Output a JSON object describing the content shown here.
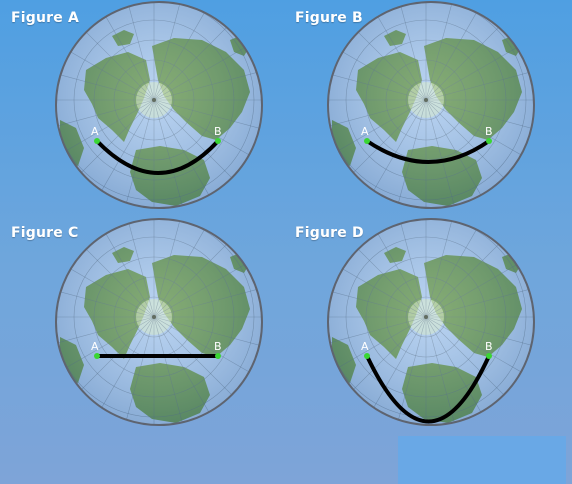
{
  "figures": [
    {
      "id": "A",
      "title": "Figure A",
      "point_a": "A",
      "point_b": "B",
      "path": "arc-medium"
    },
    {
      "id": "B",
      "title": "Figure B",
      "point_a": "A",
      "point_b": "B",
      "path": "arc-shallow"
    },
    {
      "id": "C",
      "title": "Figure C",
      "point_a": "A",
      "point_b": "B",
      "path": "straight"
    },
    {
      "id": "D",
      "title": "Figure D",
      "point_a": "A",
      "point_b": "B",
      "path": "arc-deep"
    }
  ],
  "colors": {
    "ocean": "#a9c9ee",
    "land": "#5f9140",
    "route": "#000000",
    "marker": "#39d633",
    "ring": "#5e6470"
  }
}
